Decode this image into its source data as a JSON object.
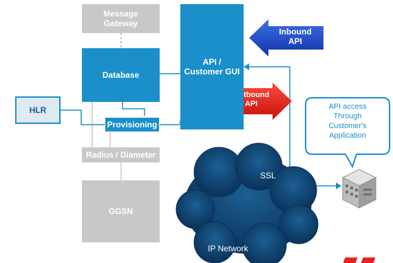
{
  "nodes": {
    "message_gateway": "Message\nGateway",
    "database": "Database",
    "api_gui": "API /\nCustomer GUI",
    "hlr": "HLR",
    "provisioning": "Provisioning",
    "radius": "Radius / Diameter",
    "ggsn": "GGSN"
  },
  "arrows": {
    "inbound": "Inbound\nAPI",
    "outbound": "Outbound\nAPI"
  },
  "callout": "API access\nThrough\nCustomer's\nApplication",
  "cloud": {
    "ssl": "SSL",
    "network": "IP Network"
  },
  "colors": {
    "blue": "#1a8fc9",
    "gray": "#c8c8c8",
    "cloud": "#0d3e66",
    "outbound_arrow": "#e8211c",
    "inbound_arrow": "#1748c7"
  }
}
